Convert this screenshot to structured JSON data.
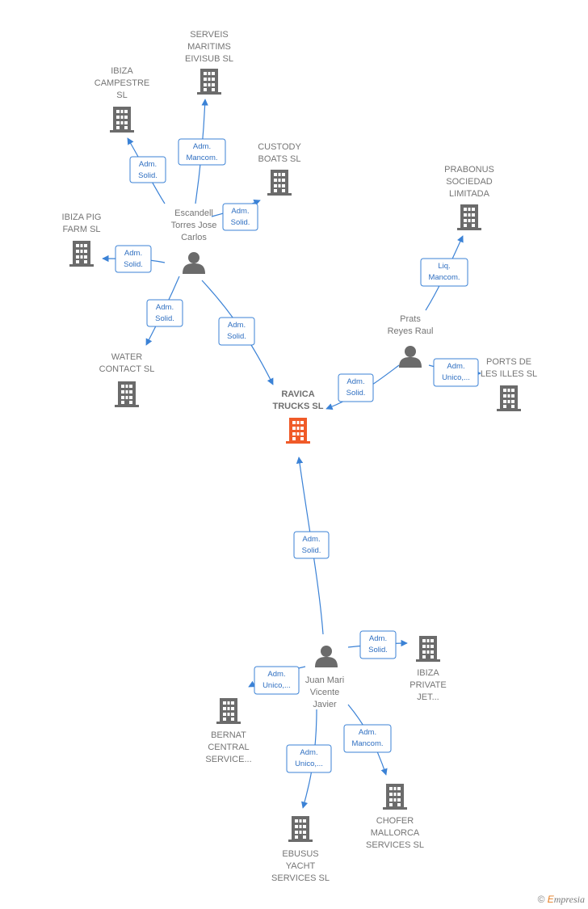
{
  "nodes": [
    {
      "id": "serveis",
      "type": "company",
      "label": [
        "SERVEIS",
        "MARITIMS",
        "EIVISUB  SL"
      ]
    },
    {
      "id": "ibizacamp",
      "type": "company",
      "label": [
        "IBIZA",
        "CAMPESTRE",
        "SL"
      ]
    },
    {
      "id": "custody",
      "type": "company",
      "label": [
        "CUSTODY",
        "BOATS  SL"
      ]
    },
    {
      "id": "escandell",
      "type": "person",
      "label": [
        "Escandell",
        "Torres Jose",
        "Carlos"
      ]
    },
    {
      "id": "ibizapig",
      "type": "company",
      "label": [
        "IBIZA PIG",
        "FARM  SL"
      ]
    },
    {
      "id": "water",
      "type": "company",
      "label": [
        "WATER",
        "CONTACT SL"
      ]
    },
    {
      "id": "ravica",
      "type": "company",
      "focus": true,
      "label": [
        "RAVICA",
        "TRUCKS  SL"
      ]
    },
    {
      "id": "prabonus",
      "type": "company",
      "label": [
        "PRABONUS",
        "SOCIEDAD",
        "LIMITADA"
      ]
    },
    {
      "id": "prats",
      "type": "person",
      "label": [
        "Prats",
        "Reyes Raul"
      ]
    },
    {
      "id": "ports",
      "type": "company",
      "label": [
        "PORTS DE",
        "LES ILLES  SL"
      ]
    },
    {
      "id": "juan",
      "type": "person",
      "label": [
        "Juan Mari",
        "Vicente",
        "Javier"
      ]
    },
    {
      "id": "ibizajet",
      "type": "company",
      "label": [
        "IBIZA",
        "PRIVATE",
        "JET..."
      ]
    },
    {
      "id": "bernat",
      "type": "company",
      "label": [
        "BERNAT",
        "CENTRAL",
        "SERVICE..."
      ]
    },
    {
      "id": "ebusus",
      "type": "company",
      "label": [
        "EBUSUS",
        "YACHT",
        "SERVICES  SL"
      ]
    },
    {
      "id": "chofer",
      "type": "company",
      "label": [
        "CHOFER",
        "MALLORCA",
        "SERVICES  SL"
      ]
    }
  ],
  "edges": [
    {
      "from": "escandell",
      "to": "serveis",
      "label": [
        "Adm.",
        "Mancom."
      ]
    },
    {
      "from": "escandell",
      "to": "ibizacamp",
      "label": [
        "Adm.",
        "Solid."
      ]
    },
    {
      "from": "escandell",
      "to": "custody",
      "label": [
        "Adm.",
        "Solid."
      ]
    },
    {
      "from": "escandell",
      "to": "ibizapig",
      "label": [
        "Adm.",
        "Solid."
      ]
    },
    {
      "from": "escandell",
      "to": "water",
      "label": [
        "Adm.",
        "Solid."
      ]
    },
    {
      "from": "escandell",
      "to": "ravica",
      "label": [
        "Adm.",
        "Solid."
      ]
    },
    {
      "from": "prats",
      "to": "prabonus",
      "label": [
        "Liq.",
        "Mancom."
      ]
    },
    {
      "from": "prats",
      "to": "ravica",
      "label": [
        "Adm.",
        "Solid."
      ]
    },
    {
      "from": "prats",
      "to": "ports",
      "label": [
        "Adm.",
        "Unico,..."
      ]
    },
    {
      "from": "juan",
      "to": "ravica",
      "label": [
        "Adm.",
        "Solid."
      ]
    },
    {
      "from": "juan",
      "to": "ibizajet",
      "label": [
        "Adm.",
        "Solid."
      ]
    },
    {
      "from": "juan",
      "to": "bernat",
      "label": [
        "Adm.",
        "Unico,..."
      ]
    },
    {
      "from": "juan",
      "to": "ebusus",
      "label": [
        "Adm.",
        "Unico,..."
      ]
    },
    {
      "from": "juan",
      "to": "chofer",
      "label": [
        "Adm.",
        "Mancom."
      ]
    }
  ],
  "colors": {
    "edge": "#3b82d6",
    "company": "#6b6b6b",
    "focus": "#f05a28",
    "person": "#6b6b6b"
  },
  "watermark": {
    "symbol": "©",
    "brand": "E",
    "rest": "mpresia"
  }
}
